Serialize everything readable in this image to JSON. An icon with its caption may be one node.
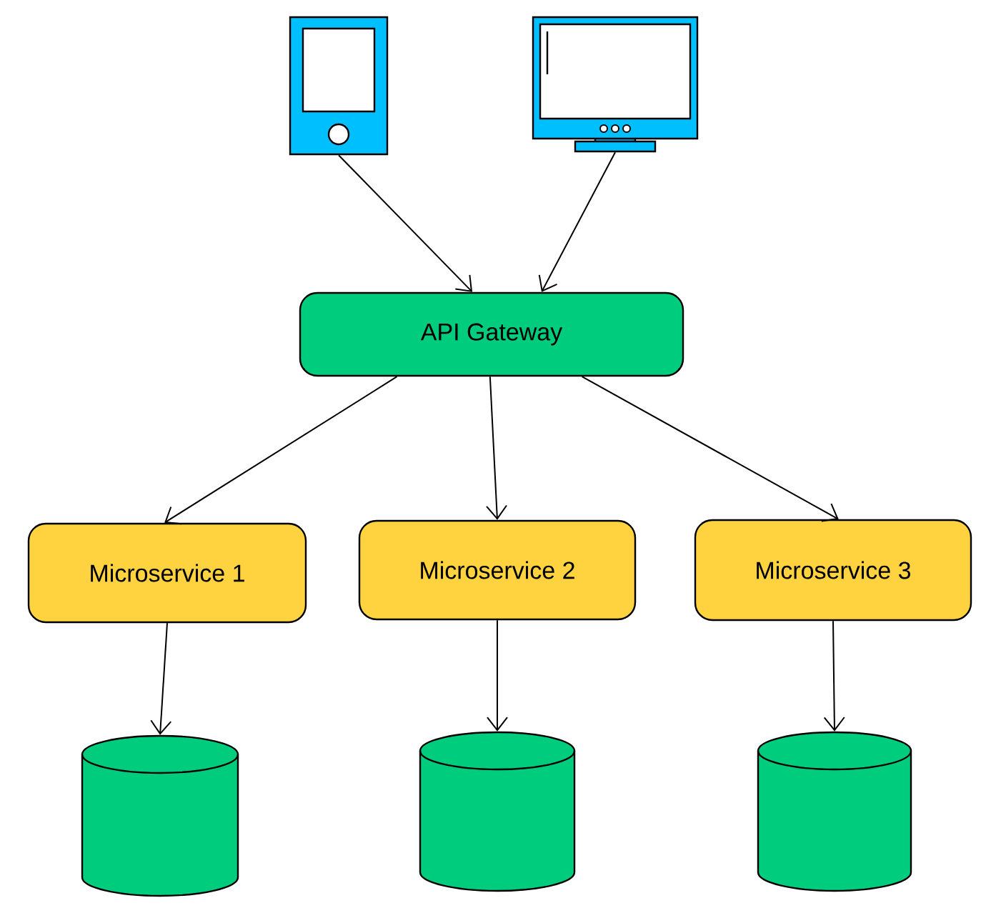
{
  "diagram": {
    "nodes": [
      {
        "text": [],
        "shape": "picture"
      },
      {
        "text": [],
        "shape": "picture"
      },
      {
        "text": [
          "API Gateway"
        ]
      },
      {
        "text": [
          "Microservice 1"
        ]
      },
      {
        "text": [
          "Microservice 2"
        ]
      },
      {
        "text": [
          "Microservice 3"
        ]
      },
      {
        "text": [],
        "shape": "cylinder"
      },
      {
        "text": [],
        "shape": "cylinder"
      },
      {
        "text": [],
        "shape": "cylinder"
      }
    ],
    "edges": [
      {
        "from": 0,
        "to": 2,
        "arrow": "to"
      },
      {
        "from": 1,
        "to": 2,
        "arrow": "to"
      },
      {
        "from": 2,
        "to": 3,
        "arrow": "to"
      },
      {
        "from": 2,
        "to": 4,
        "arrow": "to"
      },
      {
        "from": 2,
        "to": 5,
        "arrow": "to"
      },
      {
        "from": 3,
        "to": 6,
        "arrow": "to"
      },
      {
        "from": 4,
        "to": 7,
        "arrow": "to"
      },
      {
        "from": 5,
        "to": 8,
        "arrow": "to"
      }
    ]
  }
}
